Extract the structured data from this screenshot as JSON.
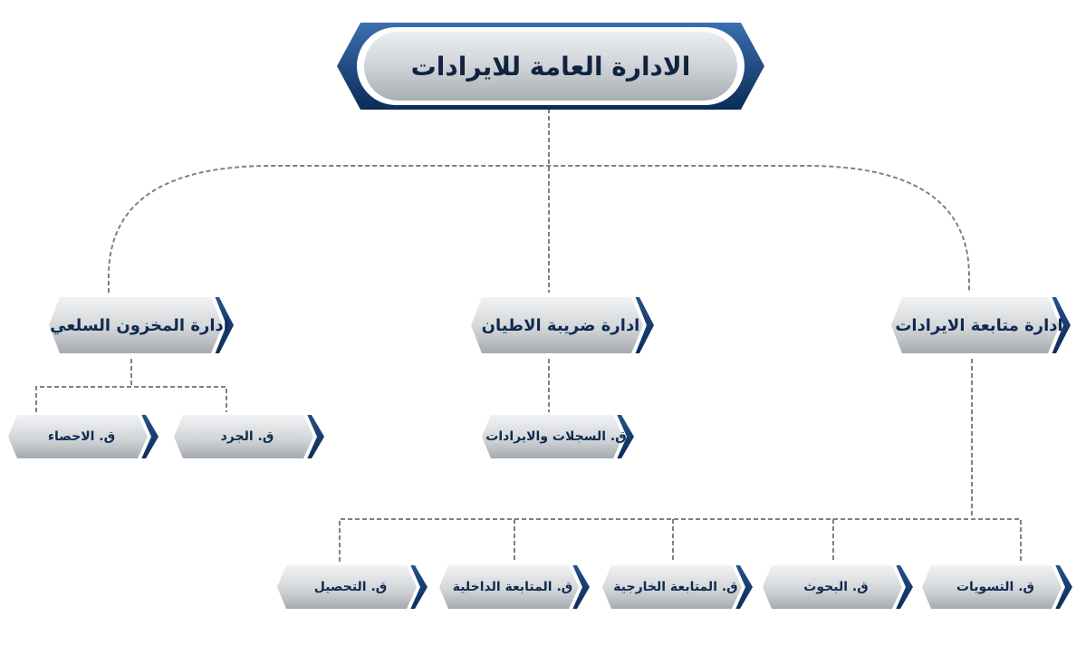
{
  "root": {
    "label": "الادارة العامة للايرادات"
  },
  "departments": [
    {
      "id": "followup",
      "label": "ادارة متابعة الايرادات",
      "sections": [
        {
          "label": "ق. التسويات"
        },
        {
          "label": "ق. البحوث"
        },
        {
          "label": "ق. المتابعة الخارجية"
        },
        {
          "label": "ق. المتابعة الداخلية"
        },
        {
          "label": "ق. التحصيل"
        }
      ]
    },
    {
      "id": "tiles",
      "label": "ادارة ضريبة الاطيان",
      "sections": [
        {
          "label": "ق. السجلات والايرادات"
        }
      ]
    },
    {
      "id": "inventory",
      "label": "ادارة المخزون السلعي",
      "sections": [
        {
          "label": "ق. الجرد"
        },
        {
          "label": "ق. الاحصاء"
        }
      ]
    }
  ],
  "colors": {
    "box_fill": "#d5d8db",
    "box_fill_dark": "#a7acb1",
    "accent_blue": "#1e4d86",
    "accent_blue_dark": "#0b2c57",
    "text": "#0f2a4f",
    "connector": "#808080"
  }
}
